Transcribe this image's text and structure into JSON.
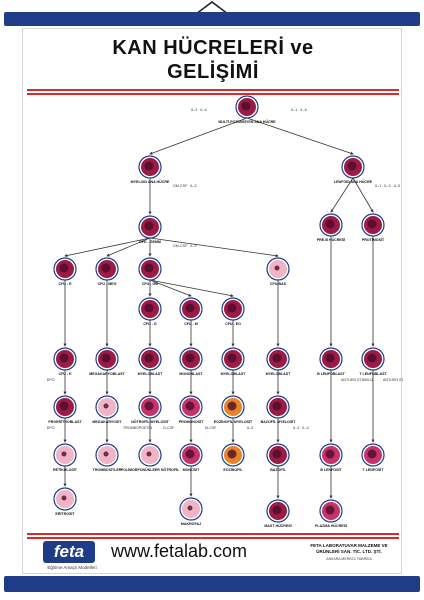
{
  "poster": {
    "title_line1": "KAN HÜCRELERİ ve",
    "title_line2": "GELİŞİMİ",
    "website": "www.fetalab.com",
    "logo": "feta",
    "logo_sub": "Eğitime Amaçlı Modelleri",
    "company_line1": "FETA LABORATUVAR MALZEME VE",
    "company_line2": "ÜRÜNLERİ SAN. TİC. LTD. ŞTİ.",
    "company_address": "ANKARA MERKEZ FABRİKA"
  },
  "colors": {
    "rail": "#1f3c88",
    "accent_red": "#d92b2b",
    "cell_dark": "#9b1b45",
    "cell_mid": "#c8326a",
    "cell_light": "#f0b4c6",
    "cell_orange": "#e8832a",
    "nucleus": "#4b0d2a"
  },
  "cells": [
    {
      "id": "stem",
      "label": "MULTİ-POTANSİYEN ANA HÜCRE",
      "style": "dark"
    },
    {
      "id": "myeloid",
      "label": "MYELOID ANA HÜCRE",
      "style": "dark"
    },
    {
      "id": "lymphoid",
      "label": "LENFOİD ANA HÜCRE",
      "style": "dark"
    },
    {
      "id": "cfugemm",
      "label": "CFU - GEMM",
      "style": "dark"
    },
    {
      "id": "preb",
      "label": "PRE-B HÜCRESİ",
      "style": "dark"
    },
    {
      "id": "prot",
      "label": "PROTİMOSİT",
      "style": "dark"
    },
    {
      "id": "cfue",
      "label": "CFU - E",
      "style": "dark"
    },
    {
      "id": "cfumeg",
      "label": "CFU - MEG",
      "style": "dark"
    },
    {
      "id": "cfugm",
      "label": "CFU - GM",
      "style": "dark"
    },
    {
      "id": "cfubaso",
      "label": "CFU-BAS",
      "style": "light"
    },
    {
      "id": "cfug",
      "label": "CFU - G",
      "style": "dark"
    },
    {
      "id": "cfum",
      "label": "CFU - M",
      "style": "dark"
    },
    {
      "id": "cfueo",
      "label": "CFU - EO",
      "style": "dark"
    },
    {
      "id": "proeryth",
      "label": "CFU - E",
      "style": "dark"
    },
    {
      "id": "megakaryoblast",
      "label": "MEGAKARYOBLAST",
      "style": "dark"
    },
    {
      "id": "myeloblast1",
      "label": "MYELOBLAST",
      "style": "dark"
    },
    {
      "id": "monoblast",
      "label": "MONOBLAST",
      "style": "dark"
    },
    {
      "id": "myeloblast2",
      "label": "MYELOBLAST",
      "style": "dark"
    },
    {
      "id": "myeloblast3",
      "label": "MYELOBLAST",
      "style": "dark"
    },
    {
      "id": "blymph",
      "label": "B LENFOBLAST",
      "style": "dark"
    },
    {
      "id": "tlymph",
      "label": "T LENFOBLAST",
      "style": "dark"
    },
    {
      "id": "proeryblast",
      "label": "PROERİTROBLAST",
      "style": "dark"
    },
    {
      "id": "megakaryocyte",
      "label": "MEGAKARYOSİT",
      "style": "light"
    },
    {
      "id": "notmyelocyte",
      "label": "NÖTROFİL MYELOSİT",
      "style": "mid"
    },
    {
      "id": "promonocyte",
      "label": "PROMONOSİT",
      "style": "mid"
    },
    {
      "id": "eomyelocyte",
      "label": "EOZİNOFİL MYELOSİT",
      "style": "orange"
    },
    {
      "id": "basomyelocyte",
      "label": "BAZOFİL MYELOSİT",
      "style": "dark"
    },
    {
      "id": "reticulocyte",
      "label": "RETİKÜLOSİT",
      "style": "light"
    },
    {
      "id": "thrombocytes",
      "label": "TROMBOSİTLER",
      "style": "light"
    },
    {
      "id": "neutrophil",
      "label": "POLİMORFONÜKLEER NÖTROFİL",
      "style": "light"
    },
    {
      "id": "monocyte",
      "label": "MONOSİT",
      "style": "mid"
    },
    {
      "id": "eosinophil",
      "label": "EOZİNOFİL",
      "style": "orange"
    },
    {
      "id": "basophil",
      "label": "BAZOFİL",
      "style": "dark"
    },
    {
      "id": "blymphocyte",
      "label": "B LENFOSİT",
      "style": "mid"
    },
    {
      "id": "tlymphocyte",
      "label": "T LENFOSİT",
      "style": "mid"
    },
    {
      "id": "erythrocyte",
      "label": "ERİTROSİT",
      "style": "light"
    },
    {
      "id": "macrophage",
      "label": "MAKROFAJ",
      "style": "light"
    },
    {
      "id": "mast",
      "label": "MAST HÜCRESİ",
      "style": "dark"
    },
    {
      "id": "plasma",
      "label": "PLAZMA HÜCRESİ",
      "style": "mid"
    }
  ],
  "edges": [
    [
      "stem",
      "myeloid"
    ],
    [
      "stem",
      "lymphoid"
    ],
    [
      "myeloid",
      "cfugemm"
    ],
    [
      "lymphoid",
      "preb"
    ],
    [
      "lymphoid",
      "prot"
    ],
    [
      "cfugemm",
      "cfue"
    ],
    [
      "cfugemm",
      "cfumeg"
    ],
    [
      "cfugemm",
      "cfugm"
    ],
    [
      "cfugemm",
      "cfubaso"
    ],
    [
      "cfugm",
      "cfug"
    ],
    [
      "cfugm",
      "cfum"
    ],
    [
      "cfugm",
      "cfueo"
    ],
    [
      "cfue",
      "proeryth"
    ],
    [
      "cfumeg",
      "megakaryoblast"
    ],
    [
      "cfug",
      "myeloblast1"
    ],
    [
      "cfum",
      "monoblast"
    ],
    [
      "cfueo",
      "myeloblast2"
    ],
    [
      "cfubaso",
      "myeloblast3"
    ],
    [
      "preb",
      "blymph"
    ],
    [
      "prot",
      "tlymph"
    ],
    [
      "proeryth",
      "proeryblast"
    ],
    [
      "megakaryoblast",
      "megakaryocyte"
    ],
    [
      "myeloblast1",
      "notmyelocyte"
    ],
    [
      "monoblast",
      "promonocyte"
    ],
    [
      "myeloblast2",
      "eomyelocyte"
    ],
    [
      "myeloblast3",
      "basomyelocyte"
    ],
    [
      "proeryblast",
      "reticulocyte"
    ],
    [
      "megakaryocyte",
      "thrombocytes"
    ],
    [
      "notmyelocyte",
      "neutrophil"
    ],
    [
      "promonocyte",
      "monocyte"
    ],
    [
      "eomyelocyte",
      "eosinophil"
    ],
    [
      "basomyelocyte",
      "basophil"
    ],
    [
      "blymph",
      "blymphocyte"
    ],
    [
      "tlymph",
      "tlymphocyte"
    ],
    [
      "reticulocyte",
      "erythrocyte"
    ],
    [
      "monocyte",
      "macrophage"
    ],
    [
      "basophil",
      "mast"
    ],
    [
      "blymphocyte",
      "plasma"
    ]
  ],
  "factor_notes": [
    {
      "text": "IL-3 · IL-6",
      "near": "stem-left"
    },
    {
      "text": "IL-1 · IL-6",
      "near": "stem-right"
    },
    {
      "text": "GM-CSF · IL-3",
      "near": "myeloid"
    },
    {
      "text": "IL-1 · IL-3 · IL-5",
      "near": "lymphoid"
    },
    {
      "text": "GM-CSF · IL-3",
      "near": "cfugemm"
    },
    {
      "text": "EPO",
      "near": "proeryth"
    },
    {
      "text": "EPO",
      "near": "proeryblast"
    },
    {
      "text": "TROMBOPOETİN",
      "near": "megakaryocyte"
    },
    {
      "text": "G-CSF",
      "near": "notmyelocyte"
    },
    {
      "text": "M-CSF",
      "near": "promonocyte"
    },
    {
      "text": "IL-5",
      "near": "eomyelocyte"
    },
    {
      "text": "IL-3 · IL-4",
      "near": "basomyelocyte"
    },
    {
      "text": "ANTIJEN STİMÜLÜ",
      "near": "blymph"
    },
    {
      "text": "ANTIJEN STİMÜLÜ",
      "near": "tlymph"
    }
  ]
}
